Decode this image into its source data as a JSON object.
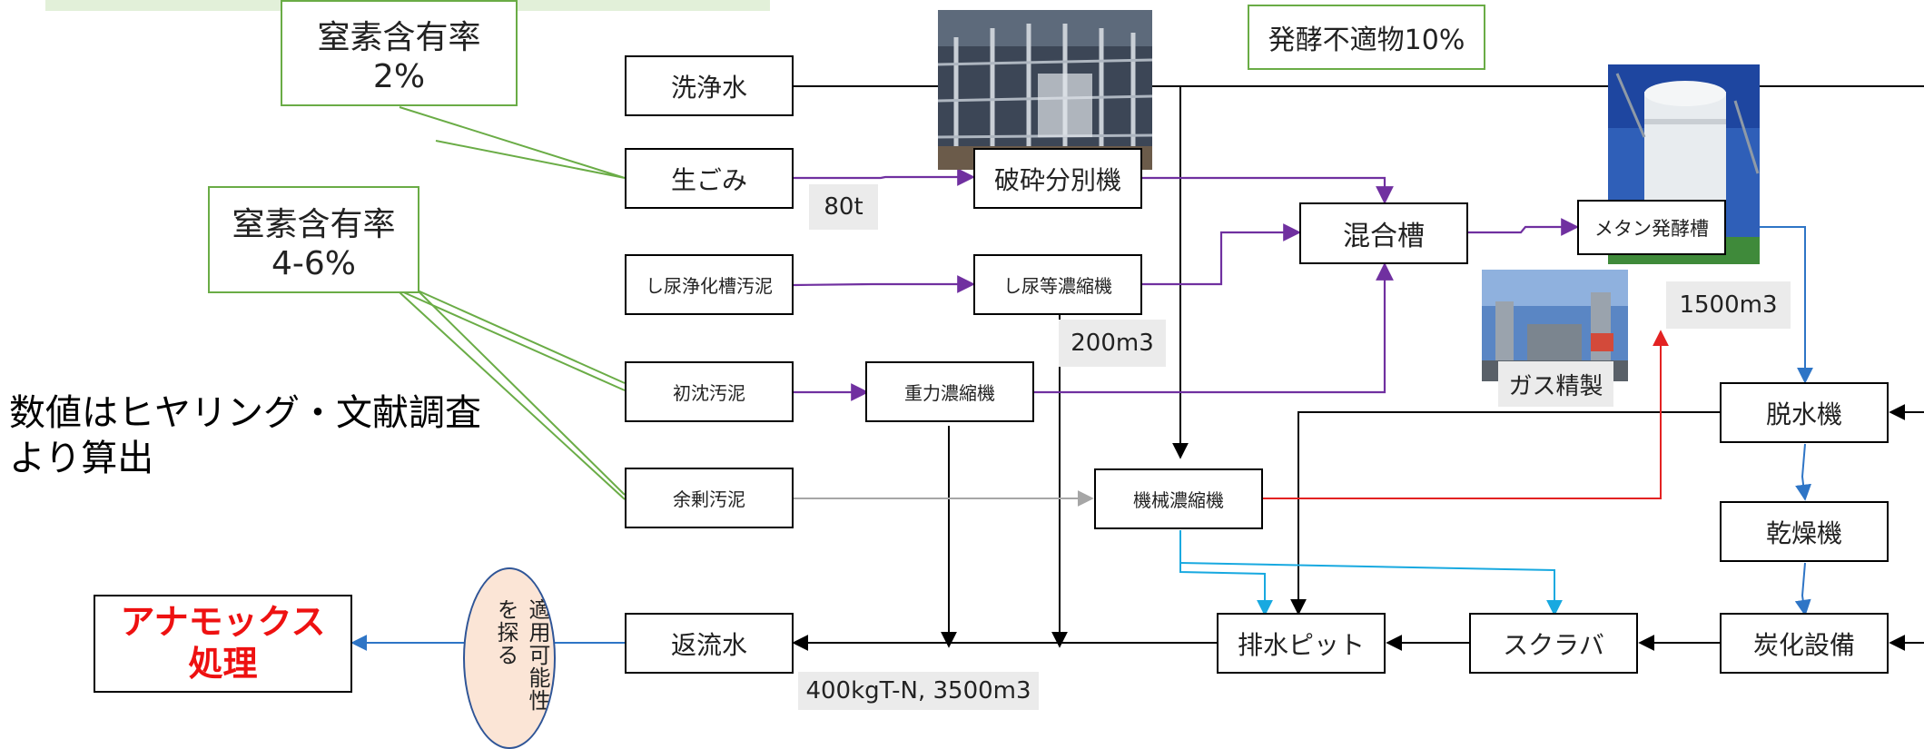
{
  "nodes": {
    "washwater": "洗浄水",
    "foodwaste": "生ごみ",
    "septic_sludge": "し尿浄化槽汚泥",
    "primary_sludge": "初沈汚泥",
    "excess_sludge": "余剰汚泥",
    "return_water": "返流水",
    "crusher": "破砕分別機",
    "night_soil_thickener": "し尿等濃縮機",
    "gravity_thickener": "重力濃縮機",
    "mechanical_thickener": "機械濃縮機",
    "mixing_tank": "混合槽",
    "methane_tank": "メタン発酵槽",
    "dewatering": "脱水機",
    "dryer": "乾燥機",
    "carbonization": "炭化設備",
    "scrubber": "スクラバ",
    "drain_pit": "排水ピット"
  },
  "labels": {
    "food_amount": "80t",
    "nightsoil_amount": "200m3",
    "methane_volume": "1500m3",
    "gas_refining": "ガス精製",
    "return_load": "400kgT-N, 3500m3"
  },
  "callouts": {
    "nitrogen_food": "窒素含有率\n2%",
    "nitrogen_sludge": "窒素含有率\n4-6%",
    "unfermentable": "発酵不適物10%"
  },
  "note": "数値はヒヤリング・文献調査\nより算出",
  "anammox": "アナモックス\n処理",
  "applicability": "適用可能性を探る",
  "colors": {
    "black_line": "#000000",
    "purple_line": "#7030a0",
    "gray_line": "#a6a6a6",
    "red_line": "#e32222",
    "cyan_line": "#18a9e0",
    "blue_line": "#2e75c6",
    "callout_border": "#6aac46",
    "anammox_text": "#ee1111"
  }
}
